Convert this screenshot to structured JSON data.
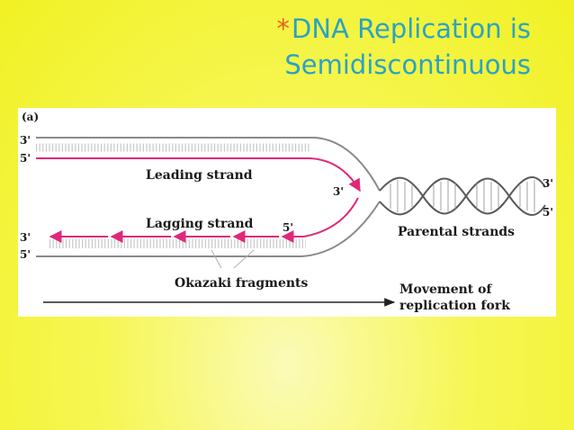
{
  "slide": {
    "title_bullet": "*",
    "title_line1": "DNA Replication is",
    "title_line2": "Semidiscontinuous"
  },
  "diagram": {
    "panel_label": "(a)",
    "top_strand_3prime": "3'",
    "top_strand_5prime": "5'",
    "bottom_strand_3prime": "3'",
    "bottom_strand_5prime": "5'",
    "leading_label": "Leading strand",
    "leading_end": "3'",
    "lagging_label": "Lagging strand",
    "lagging_end": "5'",
    "parental_label": "Parental strands",
    "parental_3prime": "3'",
    "parental_5prime": "5'",
    "okazaki_label": "Okazaki fragments",
    "movement_line1": "Movement of",
    "movement_line2": "replication fork",
    "colors": {
      "new_strand": "#e0287a",
      "parent_strand": "#8a8a8a",
      "title": "#2aa3c4",
      "bullet": "#e0641c"
    }
  }
}
